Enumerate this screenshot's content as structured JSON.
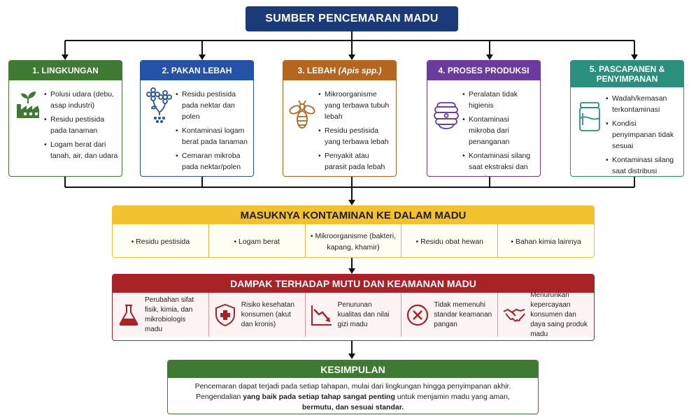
{
  "title": "SUMBER PENCEMARAN MADU",
  "colors": {
    "navy": "#1b3a7a",
    "green": "#3f7a33",
    "blue": "#2452a8",
    "brown": "#b5651d",
    "purple": "#6a3a9e",
    "teal": "#2a8f7d",
    "yellow": "#f2c12e",
    "red": "#a82228"
  },
  "sources": [
    {
      "heading": "1. LINGKUNGAN",
      "icon": "factory-plant-icon",
      "items": [
        "Polusi udara (debu, asap industri)",
        "Residu pestisida pada tanaman",
        "Logam berat dari tanah, air, dan udara"
      ]
    },
    {
      "heading": "2. PAKAN LEBAH",
      "icon": "flowers-icon",
      "items": [
        "Residu pestisida pada nektar dan polen",
        "Kontaminasi logam berat pada tanaman",
        "Cemaran mikroba pada nektar/polen"
      ]
    },
    {
      "heading": "3. LEBAH",
      "heading_italic": "(Apis spp.)",
      "icon": "bee-icon",
      "items": [
        "Mikroorganisme yang terbawa tubuh lebah",
        "Residu pestisida yang terbawa lebah",
        "Penyakit atau parasit pada lebah"
      ]
    },
    {
      "heading": "4. PROSES PRODUKSI",
      "icon": "beehive-icon",
      "items": [
        "Peralatan tidak higienis",
        "Kontaminasi mikroba dari penanganan",
        "Kontaminasi silang saat ekstraksi dan penyimpanan"
      ]
    },
    {
      "heading": "5. PASCAPANEN & PENYIMPANAN",
      "icon": "honey-jar-icon",
      "items": [
        "Wadah/kemasan terkontaminasi",
        "Kondisi penyimpanan tidak sesuai",
        "Kontaminasi silang saat distribusi"
      ]
    }
  ],
  "contaminants": {
    "heading": "MASUKNYA KONTAMINAN KE DALAM MADU",
    "items": [
      "• Residu pestisida",
      "• Logam berat",
      "• Mikroorganisme (bakteri, kapang, khamir)",
      "• Residu obat hewan",
      "• Bahan kimia lainnya"
    ]
  },
  "impact": {
    "heading": "DAMPAK TERHADAP MUTU DAN KEAMANAN MADU",
    "items": [
      {
        "icon": "flask-icon",
        "text": "Perubahan sifat fisik, kimia, dan mikrobiologis madu"
      },
      {
        "icon": "health-shield-icon",
        "text": "Risiko kesehatan konsumen (akut dan kronis)"
      },
      {
        "icon": "declining-chart-icon",
        "text": "Penurunan kualitas dan nilai gizi madu"
      },
      {
        "icon": "cross-circle-icon",
        "text": "Tidak memenuhi standar keamanan pangan"
      },
      {
        "icon": "handshake-icon",
        "text": "Menurunkan kepercayaan konsumen dan daya saing produk madu"
      }
    ]
  },
  "conclusion": {
    "heading": "KESIMPULAN",
    "line1": "Pencemaran dapat terjadi pada setiap tahapan, mulai dari lingkungan hingga penyimpanan akhir.",
    "line2_pre": "Pengendalian ",
    "line2_bold": "yang baik pada setiap tahap sangat penting",
    "line2_post": " untuk menjamin madu yang aman,",
    "line3_bold": "bermutu, dan sesuai standar."
  }
}
